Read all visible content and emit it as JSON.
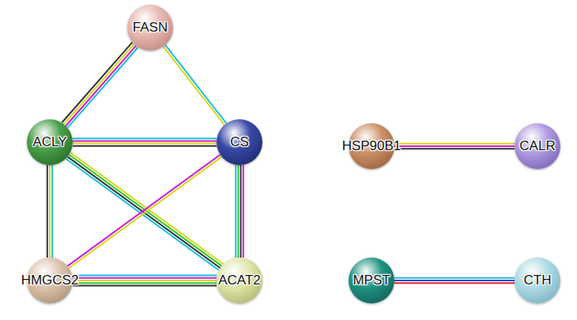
{
  "diagram": {
    "nodes": [
      {
        "text": [
          "FASN"
        ]
      },
      {
        "text": [
          "ACLY"
        ]
      },
      {
        "text": [
          "CS"
        ]
      },
      {
        "text": [
          "HMGCS2"
        ]
      },
      {
        "text": [
          "ACAT2"
        ]
      },
      {
        "text": [
          "HSP90B1"
        ]
      },
      {
        "text": [
          "CALR"
        ]
      },
      {
        "text": [
          "MPST"
        ]
      },
      {
        "text": [
          "CTH"
        ]
      }
    ],
    "edges": [
      {
        "from": 0,
        "to": 1,
        "arrow": "none"
      },
      {
        "from": 0,
        "to": 2,
        "arrow": "none"
      },
      {
        "from": 1,
        "to": 2,
        "arrow": "none"
      },
      {
        "from": 1,
        "to": 3,
        "arrow": "none"
      },
      {
        "from": 1,
        "to": 4,
        "arrow": "none"
      },
      {
        "from": 2,
        "to": 3,
        "arrow": "none"
      },
      {
        "from": 2,
        "to": 4,
        "arrow": "none"
      },
      {
        "from": 3,
        "to": 4,
        "arrow": "none"
      },
      {
        "from": 5,
        "to": 6,
        "arrow": "none"
      },
      {
        "from": 7,
        "to": 8,
        "arrow": "none"
      }
    ]
  }
}
